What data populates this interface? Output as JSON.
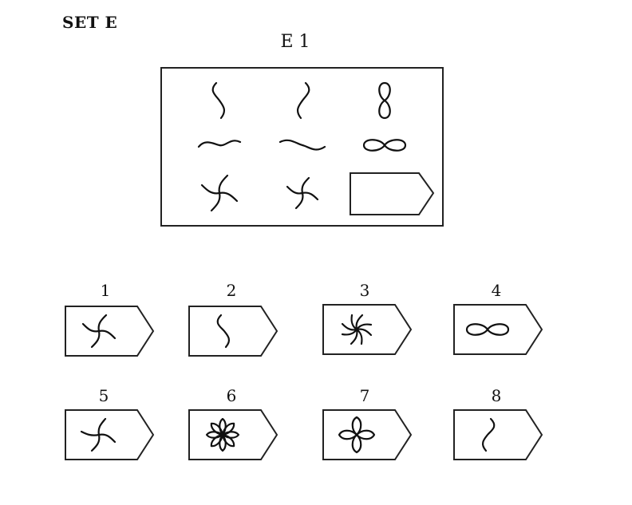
{
  "set_label": "SET E",
  "problem": {
    "title": "E 1",
    "cells": [
      {
        "icon": "s-curve-icon"
      },
      {
        "icon": "s-curve-mirrored-icon"
      },
      {
        "icon": "figure-eight-vertical-icon"
      },
      {
        "icon": "wave-curve-icon"
      },
      {
        "icon": "wave-curve-mirrored-icon"
      },
      {
        "icon": "infinity-horizontal-icon"
      },
      {
        "icon": "pinwheel-four-arm-icon"
      },
      {
        "icon": "pinwheel-four-arm-small-icon"
      },
      {
        "icon": "answer-blank-icon"
      }
    ]
  },
  "options": [
    {
      "number": "1",
      "icon": "pinwheel-four-arm-icon"
    },
    {
      "number": "2",
      "icon": "s-curve-icon"
    },
    {
      "number": "3",
      "icon": "pinwheel-many-arm-icon"
    },
    {
      "number": "4",
      "icon": "infinity-horizontal-icon"
    },
    {
      "number": "5",
      "icon": "pinwheel-three-arm-icon"
    },
    {
      "number": "6",
      "icon": "flower-eight-petal-icon"
    },
    {
      "number": "7",
      "icon": "flower-four-petal-icon"
    },
    {
      "number": "8",
      "icon": "s-curve-mirrored-icon"
    }
  ]
}
